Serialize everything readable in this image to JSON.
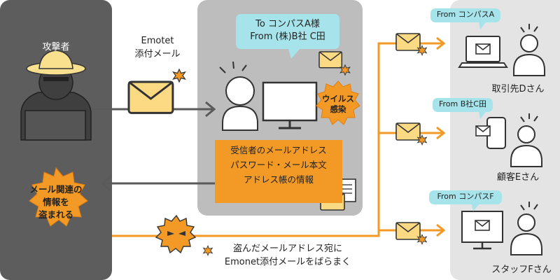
{
  "attacker": {
    "label": "攻撃者"
  },
  "emotet_mail": {
    "line1": "Emotet",
    "line2": "添付メール"
  },
  "speech": {
    "line1": "To コンパスA様",
    "line2": "From (株)B社 C田"
  },
  "virus": {
    "line1": "ウイルス",
    "line2": "感染"
  },
  "stolen_info": {
    "line1": "受信者のメールアドレス",
    "line2": "パスワード・メール本文",
    "line3": "アドレス帳の情報"
  },
  "stolen_burst": {
    "line1": "メール関連の",
    "line2": "情報を",
    "line3": "盗まれる"
  },
  "spread": {
    "line1": "盗んだメールアドレス宛に",
    "line2": "Emonet添付メールをばらまく"
  },
  "recipients": [
    {
      "from": "From コンパスA",
      "name": "取引先Dさん"
    },
    {
      "from": "From B社C田",
      "name": "顧客Eさん"
    },
    {
      "from": "From コンパスF",
      "name": "スタッフFさん"
    }
  ],
  "colors": {
    "orange": "#f29a25",
    "envelope": "#fcd983",
    "bubble": "#a7e3ea",
    "dark_panel": "#5d5d5d",
    "mid_panel": "#bdbdbd",
    "light_panel": "#e4e4e4",
    "arrow_gray": "#5a5a5a"
  }
}
